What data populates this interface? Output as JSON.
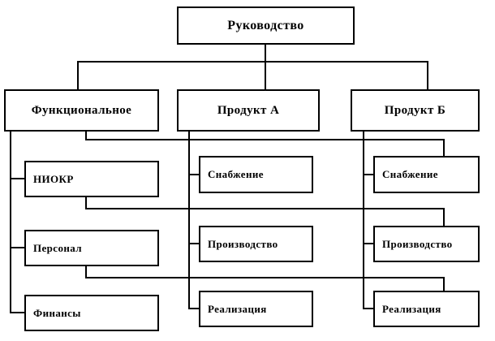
{
  "diagram": {
    "type": "org-chart",
    "root": {
      "label": "Руководство"
    },
    "columns": [
      {
        "head": "Функциональное",
        "children": [
          "НИОКР",
          "Персонал",
          "Финансы"
        ]
      },
      {
        "head": "Продукт А",
        "children": [
          "Снабжение",
          "Производство",
          "Реализация"
        ]
      },
      {
        "head": "Продукт Б",
        "children": [
          "Снабжение",
          "Производство",
          "Реализация"
        ]
      }
    ],
    "colors": {
      "line": "#000000",
      "border": "#000000",
      "fill": "#ffffff",
      "background": "#ffffff"
    }
  }
}
